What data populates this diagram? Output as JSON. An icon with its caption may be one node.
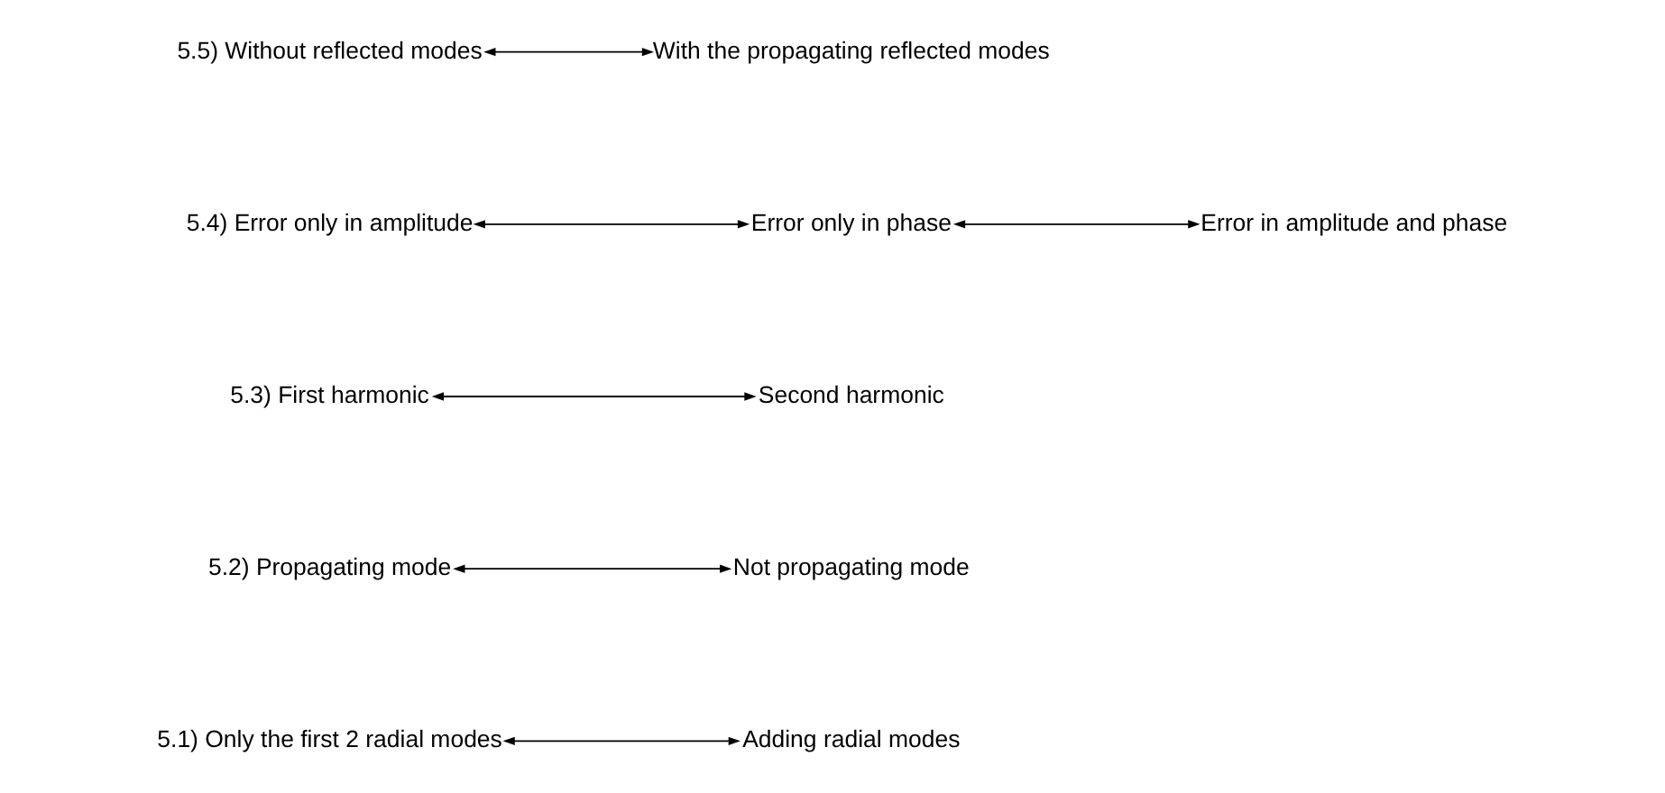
{
  "diagram": {
    "nodes": [
      {
        "text": [
          "5.1) Only the first 2 radial modes"
        ]
      },
      {
        "text": [
          "Adding radial modes"
        ]
      },
      {
        "text": [
          "5.2) Propagating mode"
        ]
      },
      {
        "text": [
          "Not propagating mode"
        ]
      },
      {
        "text": [
          "5.3) First harmonic"
        ]
      },
      {
        "text": [
          "Second harmonic"
        ]
      },
      {
        "text": [
          "5.4) Error only in amplitude"
        ]
      },
      {
        "text": [
          "Error only in phase"
        ]
      },
      {
        "text": [
          "Error in amplitude and phase"
        ]
      },
      {
        "text": [
          "5.5) Without reflected modes"
        ]
      },
      {
        "text": [
          "With the propagating reflected modes"
        ]
      }
    ],
    "edges": [
      {
        "from": 0,
        "to": 1,
        "arrow": "both"
      },
      {
        "from": 2,
        "to": 3,
        "arrow": "both"
      },
      {
        "from": 4,
        "to": 5,
        "arrow": "both"
      },
      {
        "from": 6,
        "to": 7,
        "arrow": "both"
      },
      {
        "from": 7,
        "to": 8,
        "arrow": "both"
      },
      {
        "from": 9,
        "to": 10,
        "arrow": "both"
      }
    ]
  }
}
